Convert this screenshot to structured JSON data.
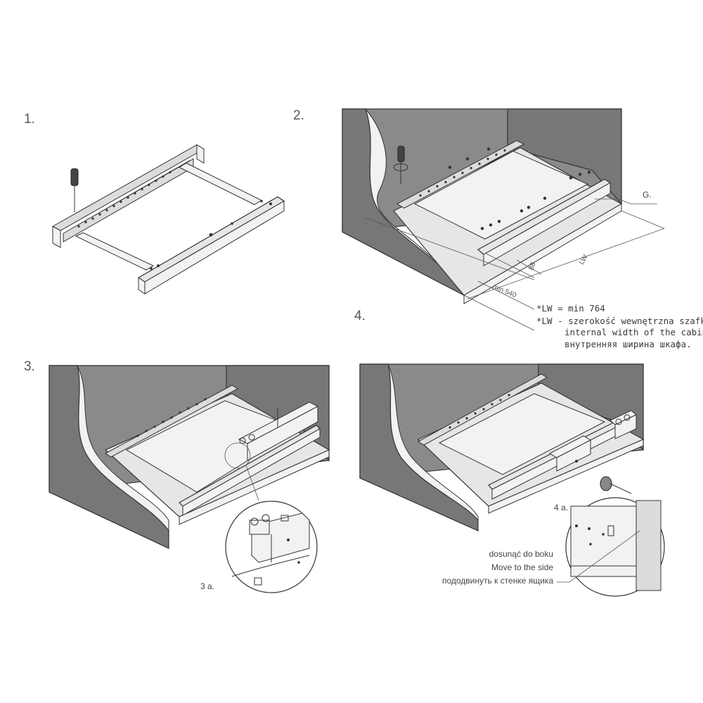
{
  "steps": {
    "s1": "1.",
    "s2": "2.",
    "s3": "3.",
    "s4": "4."
  },
  "step2": {
    "callout_g": "G.",
    "dim_88": "88",
    "dim_lw": "LW",
    "dim_min540": "min 540",
    "notes": [
      "*LW = min 764",
      "*LW - szerokość wewnętrzna szafki",
      "internal width of the cabinet",
      "внутренняя ширина шкафа."
    ]
  },
  "step3": {
    "detail_label": "3 a."
  },
  "step4": {
    "detail_label": "4 a.",
    "side_notes": [
      "dosunąć do boku",
      "Move to the side",
      "пододвинуть к стенке ящика"
    ]
  }
}
